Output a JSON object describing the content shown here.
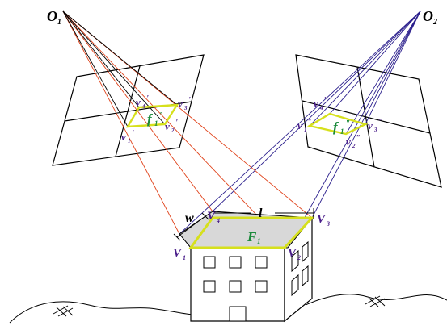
{
  "colors": {
    "red_ray": "#e0421a",
    "blue_ray": "#2a1e8c",
    "yellow_outline": "#d6e01c",
    "roof_fill": "#d8d8d8",
    "green_label": "#1a8a3a",
    "purple_label": "#4a1e8a",
    "black": "#000000"
  },
  "labels": {
    "O1": {
      "main": "O",
      "sub": "1"
    },
    "O2": {
      "main": "O",
      "sub": "2"
    },
    "f1_left": {
      "main": "f",
      "sub": "1",
      "sup": "'"
    },
    "f1_right": {
      "main": "f",
      "sub": "1",
      "sup": "\""
    },
    "F1": {
      "main": "F",
      "sub": "1"
    },
    "V1": {
      "main": "V",
      "sub": "1"
    },
    "V2": {
      "main": "V",
      "sub": "2"
    },
    "V3": {
      "main": "V",
      "sub": "3"
    },
    "V4": {
      "main": "V",
      "sub": "4"
    },
    "w": "w",
    "l": "l",
    "v1p": {
      "main": "v",
      "sub": "1",
      "sup": "'"
    },
    "v2p": {
      "main": "v",
      "sub": "2",
      "sup": "'"
    },
    "v3p": {
      "main": "v",
      "sub": "3",
      "sup": "'"
    },
    "v4p": {
      "main": "v",
      "sub": "4",
      "sup": "'"
    },
    "v1pp": {
      "main": "v",
      "sub": "1",
      "sup": "\""
    },
    "v2pp": {
      "main": "v",
      "sub": "2",
      "sup": "\""
    },
    "v3pp": {
      "main": "v",
      "sub": "3",
      "sup": "\""
    },
    "v4pp": {
      "main": "v",
      "sub": "4",
      "sup": "\""
    }
  }
}
